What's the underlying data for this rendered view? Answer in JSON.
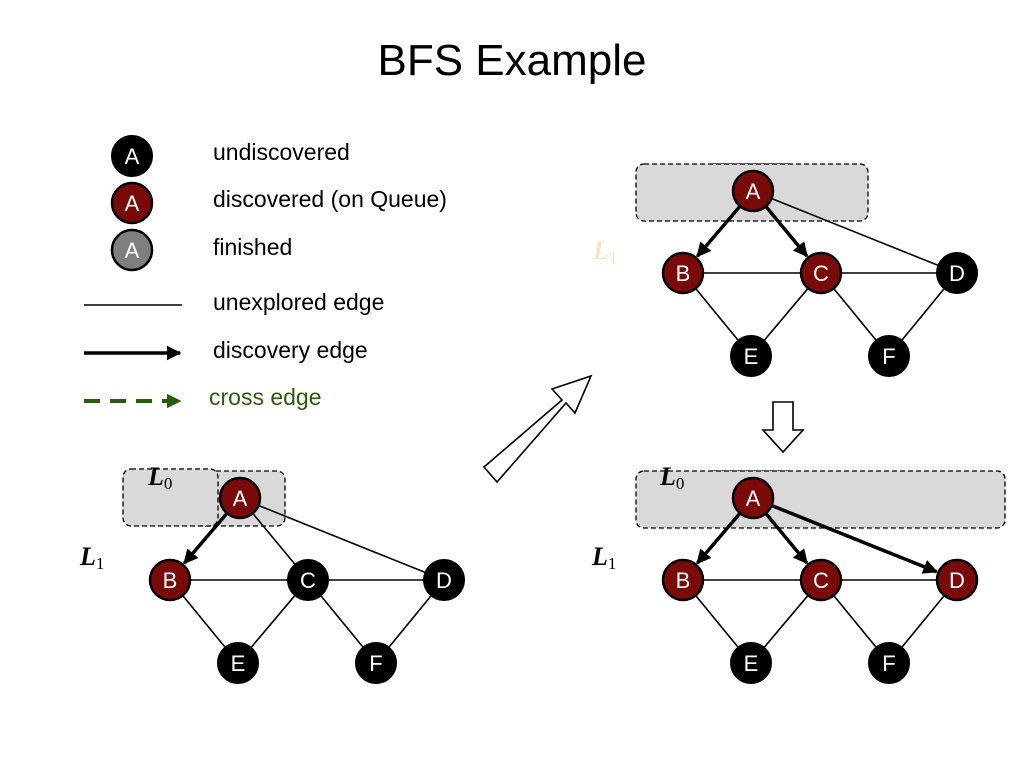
{
  "title": "BFS Example",
  "colors": {
    "undiscovered": "#000000",
    "discovered": "#7a0a0a",
    "finished": "#7f7f7f",
    "cross_edge": "#2e5a10",
    "level_box": "#d9d9d9",
    "faded_level": "#f3e6c8"
  },
  "legend": {
    "node_letter": "A",
    "undiscovered": "undiscovered",
    "discovered": "discovered (on Queue)",
    "finished": "finished",
    "unexplored_edge": "unexplored edge",
    "discovery_edge": "discovery edge",
    "cross_edge": "cross edge"
  },
  "levels": {
    "L0": {
      "letter": "L",
      "sub": "0"
    },
    "L1": {
      "letter": "L",
      "sub": "1"
    }
  },
  "graphs": [
    {
      "id": "step1",
      "nodes": [
        {
          "label": "A",
          "state": "discovered"
        },
        {
          "label": "B",
          "state": "discovered"
        },
        {
          "label": "C",
          "state": "undiscovered"
        },
        {
          "label": "D",
          "state": "undiscovered"
        },
        {
          "label": "E",
          "state": "undiscovered"
        },
        {
          "label": "F",
          "state": "undiscovered"
        }
      ],
      "edges": [
        {
          "from": "A",
          "to": "B",
          "type": "discovery"
        },
        {
          "from": "A",
          "to": "C",
          "type": "unexplored"
        },
        {
          "from": "A",
          "to": "D",
          "type": "unexplored"
        },
        {
          "from": "B",
          "to": "C",
          "type": "unexplored"
        },
        {
          "from": "C",
          "to": "D",
          "type": "unexplored"
        },
        {
          "from": "B",
          "to": "E",
          "type": "unexplored"
        },
        {
          "from": "C",
          "to": "E",
          "type": "unexplored"
        },
        {
          "from": "C",
          "to": "F",
          "type": "unexplored"
        },
        {
          "from": "D",
          "to": "F",
          "type": "unexplored"
        }
      ],
      "level_labels": [
        "L0",
        "L1"
      ]
    },
    {
      "id": "step2",
      "nodes": [
        {
          "label": "A",
          "state": "discovered"
        },
        {
          "label": "B",
          "state": "discovered"
        },
        {
          "label": "C",
          "state": "discovered"
        },
        {
          "label": "D",
          "state": "undiscovered"
        },
        {
          "label": "E",
          "state": "undiscovered"
        },
        {
          "label": "F",
          "state": "undiscovered"
        }
      ],
      "edges": [
        {
          "from": "A",
          "to": "B",
          "type": "discovery"
        },
        {
          "from": "A",
          "to": "C",
          "type": "discovery"
        },
        {
          "from": "A",
          "to": "D",
          "type": "unexplored"
        },
        {
          "from": "B",
          "to": "C",
          "type": "unexplored"
        },
        {
          "from": "C",
          "to": "D",
          "type": "unexplored"
        },
        {
          "from": "B",
          "to": "E",
          "type": "unexplored"
        },
        {
          "from": "C",
          "to": "E",
          "type": "unexplored"
        },
        {
          "from": "C",
          "to": "F",
          "type": "unexplored"
        },
        {
          "from": "D",
          "to": "F",
          "type": "unexplored"
        }
      ],
      "level_labels": [
        "L1"
      ]
    },
    {
      "id": "step3",
      "nodes": [
        {
          "label": "A",
          "state": "discovered"
        },
        {
          "label": "B",
          "state": "discovered"
        },
        {
          "label": "C",
          "state": "discovered"
        },
        {
          "label": "D",
          "state": "discovered"
        },
        {
          "label": "E",
          "state": "undiscovered"
        },
        {
          "label": "F",
          "state": "undiscovered"
        }
      ],
      "edges": [
        {
          "from": "A",
          "to": "B",
          "type": "discovery"
        },
        {
          "from": "A",
          "to": "C",
          "type": "discovery"
        },
        {
          "from": "A",
          "to": "D",
          "type": "discovery"
        },
        {
          "from": "B",
          "to": "C",
          "type": "unexplored"
        },
        {
          "from": "C",
          "to": "D",
          "type": "unexplored"
        },
        {
          "from": "B",
          "to": "E",
          "type": "unexplored"
        },
        {
          "from": "C",
          "to": "E",
          "type": "unexplored"
        },
        {
          "from": "C",
          "to": "F",
          "type": "unexplored"
        },
        {
          "from": "D",
          "to": "F",
          "type": "unexplored"
        }
      ],
      "level_labels": [
        "L0",
        "L1"
      ]
    }
  ]
}
